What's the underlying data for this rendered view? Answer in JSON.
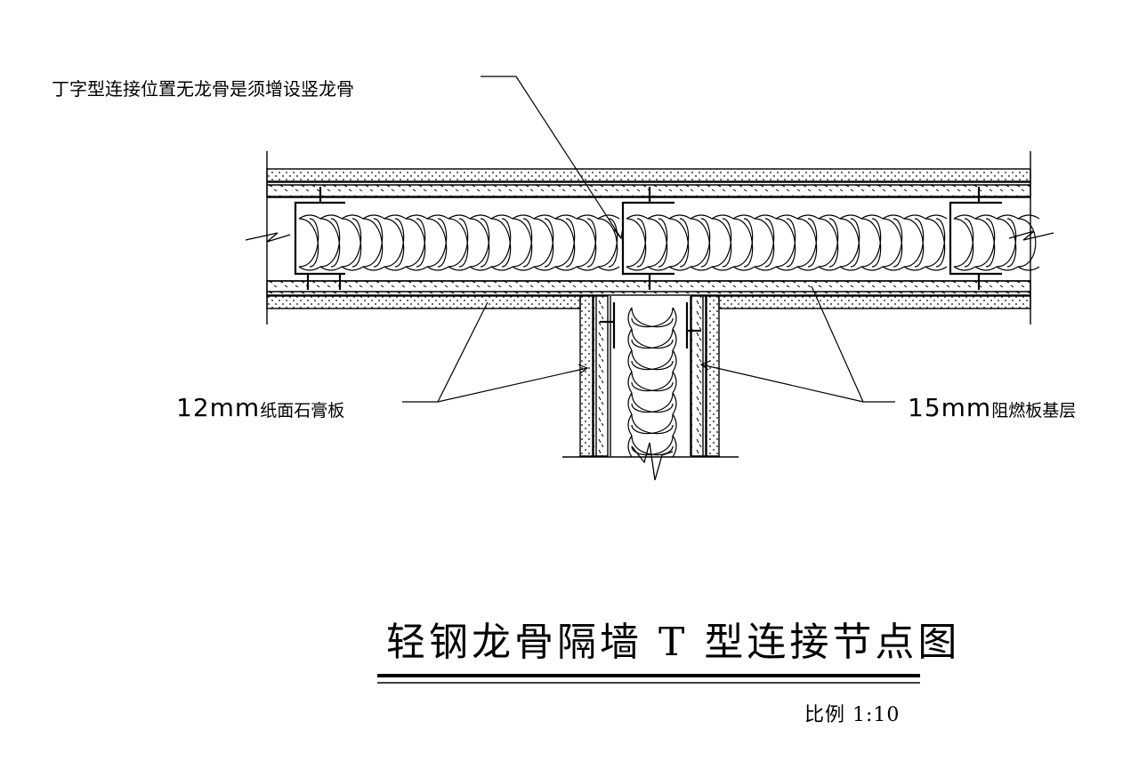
{
  "notes": {
    "t_joint_note": "丁字型连接位置无龙骨是须增设竖龙骨",
    "gypsum_size": "12mm",
    "gypsum_label": "纸面石膏板",
    "fire_board_size": "15mm",
    "fire_board_label": "阻燃板基层"
  },
  "title": {
    "text": "轻钢龙骨隔墙 T 型连接节点图",
    "scale": "比例 1:10"
  },
  "colors": {
    "line": "#000000",
    "background": "#ffffff"
  }
}
